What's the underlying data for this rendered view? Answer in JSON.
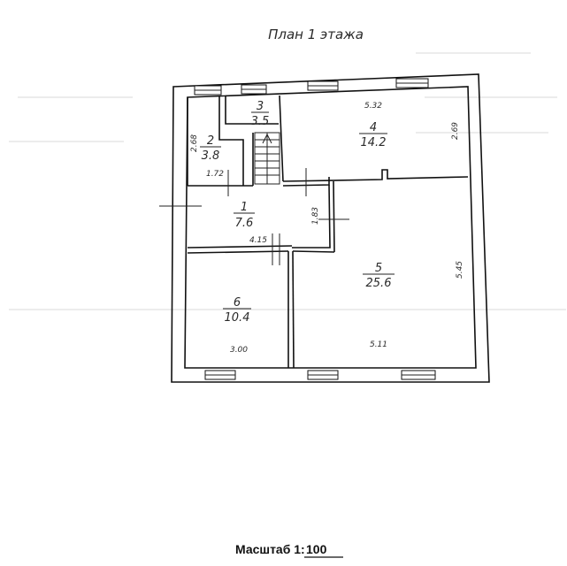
{
  "title": "План 1 этажа",
  "scale": {
    "label": "Масштаб 1:",
    "value": "100"
  },
  "rooms": [
    {
      "number": "1",
      "area": "7.6"
    },
    {
      "number": "2",
      "area": "3.8"
    },
    {
      "number": "3",
      "area": "3.5"
    },
    {
      "number": "4",
      "area": "14.2"
    },
    {
      "number": "5",
      "area": "25.6"
    },
    {
      "number": "6",
      "area": "10.4"
    }
  ],
  "dimensions": {
    "room4_width": "5.32",
    "room4_height": "2.69",
    "room2_height": "2.68",
    "room2_width": "1.72",
    "room1_height": "1.83",
    "room1_width": "4.15",
    "room5_height": "5.45",
    "room5_width": "5.11",
    "room6_width": "3.00"
  },
  "colors": {
    "ink": "#111111",
    "paper": "#ffffff"
  }
}
